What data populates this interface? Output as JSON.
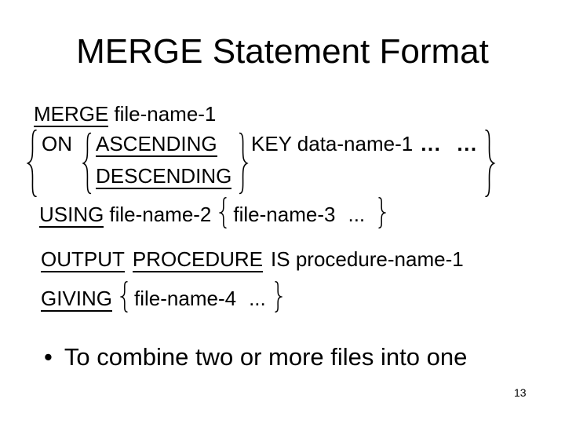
{
  "slide": {
    "title": "MERGE Statement Format",
    "page_number": "13",
    "colors": {
      "background": "#ffffff",
      "text": "#000000"
    }
  },
  "syntax_block_1": {
    "merge_keyword": "MERGE",
    "merge_operand": "file-name-1",
    "on_keyword": "ON",
    "ascending_keyword": "ASCENDING",
    "descending_keyword": "DESCENDING",
    "key_clause": "KEY data-name-1",
    "ellipsis_bold_1": "...",
    "ellipsis_bold_2": "...",
    "using_keyword": "USING",
    "using_operand": "file-name-2",
    "using_repeat_operand": "file-name-3",
    "using_ellipsis": "..."
  },
  "syntax_block_2": {
    "output_keyword": "OUTPUT",
    "procedure_keyword": "PROCEDURE",
    "is_clause": "IS procedure-name-1",
    "giving_keyword": "GIVING",
    "giving_repeat_operand": "file-name-4",
    "giving_ellipsis": "..."
  },
  "bullet": {
    "marker": "•",
    "text": "To combine two or more files into one"
  }
}
